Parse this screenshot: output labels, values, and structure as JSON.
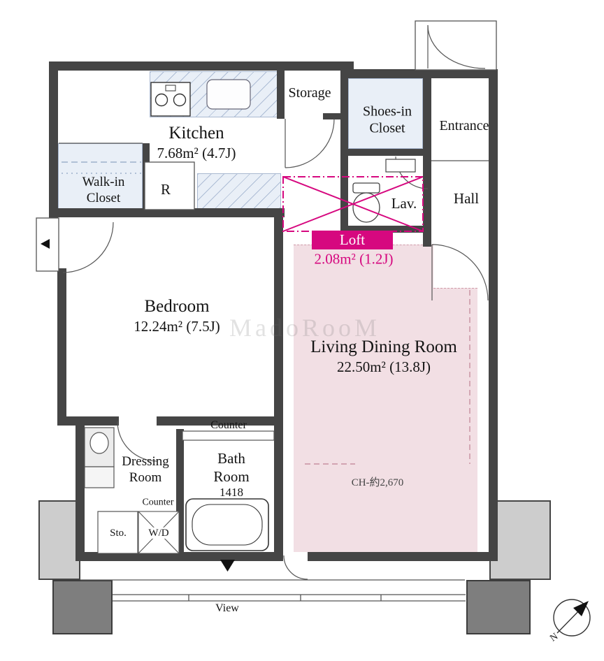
{
  "plan": {
    "rooms": {
      "kitchen": {
        "name": "Kitchen",
        "area": "7.68m² (4.7J)"
      },
      "storage": {
        "name": "Storage"
      },
      "shoes_in_closet": {
        "name_line1": "Shoes-in",
        "name_line2": "Closet"
      },
      "entrance": {
        "name": "Entrance"
      },
      "walk_in_closet": {
        "name_line1": "Walk-in",
        "name_line2": "Closet"
      },
      "refrigerator_space": {
        "name": "R"
      },
      "lavatory": {
        "name": "Lav."
      },
      "hall": {
        "name": "Hall"
      },
      "loft": {
        "name": "Loft",
        "area": "2.08m² (1.2J)"
      },
      "bedroom": {
        "name": "Bedroom",
        "area": "12.24m² (7.5J)"
      },
      "living_dining_room": {
        "name": "Living Dining Room",
        "area": "22.50m² (13.8J)"
      },
      "dressing_room": {
        "name_line1": "Dressing",
        "name_line2": "Room"
      },
      "bath_room": {
        "name_line1": "Bath",
        "name_line2": "Room",
        "size": "1418"
      },
      "storage_small": {
        "name": "Sto."
      },
      "washer_dryer": {
        "name": "W/D"
      }
    },
    "labels": {
      "counter_main": "Counter",
      "counter_small": "Counter",
      "ceiling_height": "CH-約2,670",
      "view": "View",
      "compass_letter": "N"
    },
    "watermark": "MadoRooM",
    "colors": {
      "wall": "#454545",
      "loft_magenta": "#d6087f",
      "ldk_pink": "#eec4ce",
      "closet_blue": "#e9eff7"
    }
  }
}
